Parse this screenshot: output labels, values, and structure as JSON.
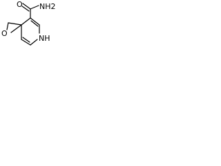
{
  "molecule": {
    "atoms": {
      "amide_n": "NH2",
      "amide_o": "O",
      "ring_o": "O",
      "ring_n": "NH"
    }
  }
}
